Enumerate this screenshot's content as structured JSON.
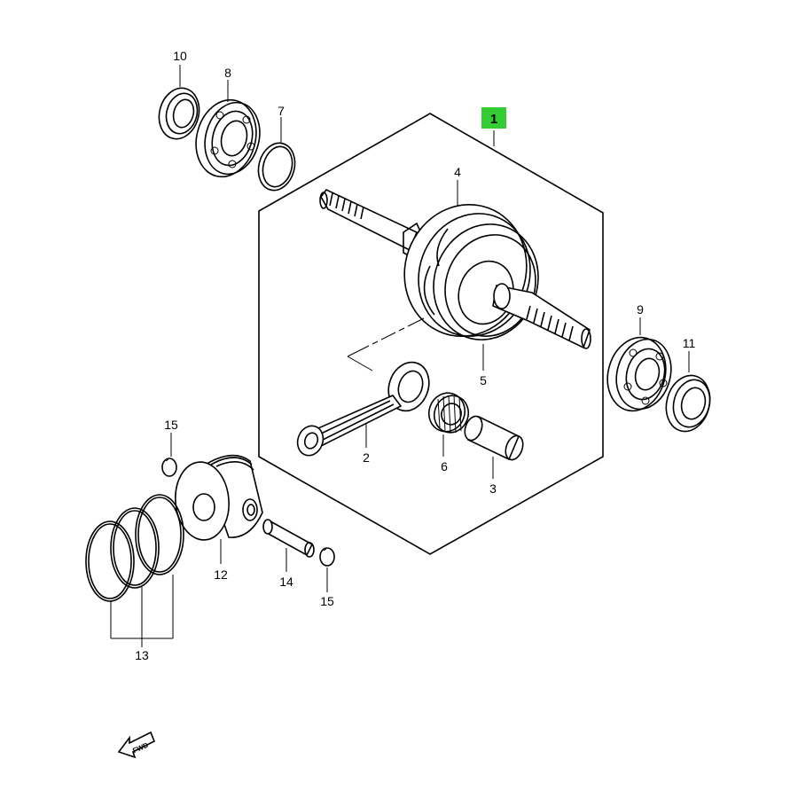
{
  "callouts": {
    "c1": "1",
    "c2": "2",
    "c3": "3",
    "c4": "4",
    "c5": "5",
    "c6": "6",
    "c7": "7",
    "c8": "8",
    "c9": "9",
    "c10": "10",
    "c11": "11",
    "c12": "12",
    "c13": "13",
    "c14": "14",
    "c15a": "15",
    "c15b": "15"
  },
  "fwd_label": "FWD",
  "highlight_color": "#33cc33",
  "selected_part": "1"
}
